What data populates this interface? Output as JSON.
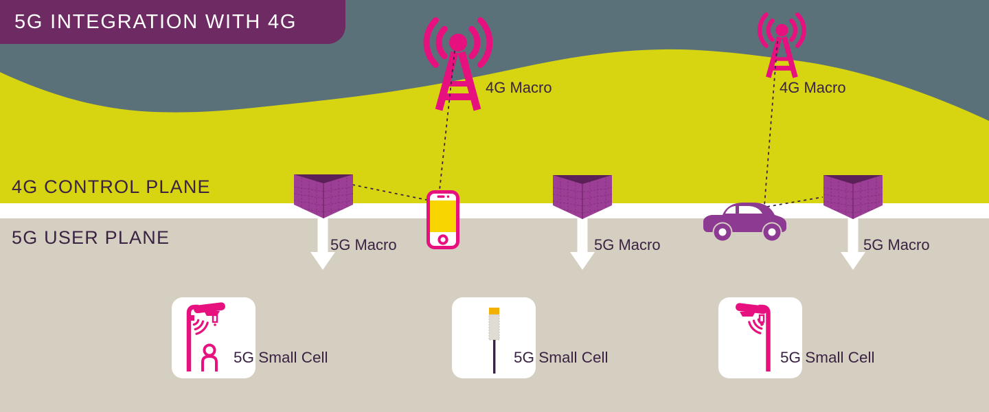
{
  "title": {
    "text": "5G INTEGRATION WITH 4G"
  },
  "planes": {
    "control_label": "4G CONTROL PLANE",
    "user_label": "5G USER PLANE"
  },
  "macro_4g": [
    {
      "label": "4G Macro",
      "icon": "radio-tower-icon"
    },
    {
      "label": "4G Macro",
      "icon": "radio-tower-icon"
    }
  ],
  "macro_5g": [
    {
      "label": "5G Macro",
      "icon": "faceted-array-icon"
    },
    {
      "label": "5G Macro",
      "icon": "faceted-array-icon"
    },
    {
      "label": "5G Macro",
      "icon": "faceted-array-icon"
    }
  ],
  "small_cells": [
    {
      "label": "5G Small Cell",
      "icon": "street-lamp-small-cell-with-person-icon"
    },
    {
      "label": "5G Small Cell",
      "icon": "pole-small-cell-icon"
    },
    {
      "label": "5G Small Cell",
      "icon": "street-lamp-small-cell-icon"
    }
  ],
  "devices": [
    {
      "name": "smartphone-icon"
    },
    {
      "name": "car-icon"
    }
  ],
  "colors": {
    "magenta_pink": "#e6117e",
    "header_purple": "#6e2a63",
    "array_purple": "#9c3e95",
    "array_purple_dark": "#5b2057",
    "car_purple": "#8d3a92",
    "wave_yellow": "#d7d511",
    "sky_teal": "#5b717a",
    "ground_beige": "#d5cfc2",
    "band_white": "#ffffff",
    "text_dark": "#3a2342",
    "phone_screen_yellow": "#f8d400",
    "small_cell_cap_orange": "#f2b100"
  }
}
